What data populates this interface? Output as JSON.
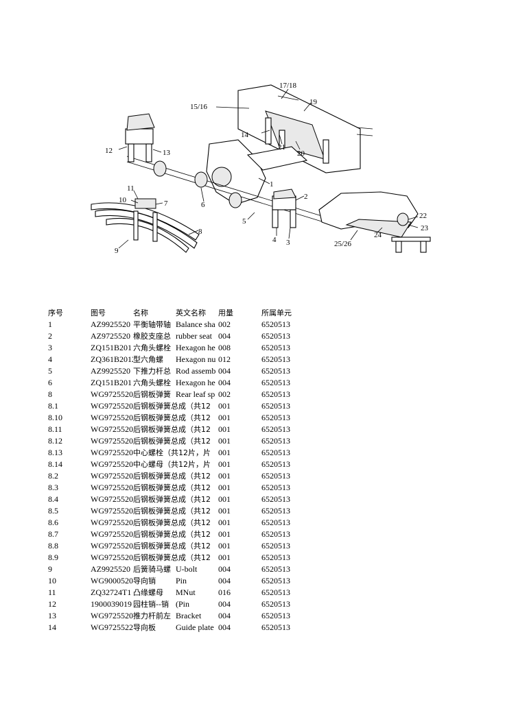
{
  "diagram": {
    "callouts": [
      "17/18",
      "15/16",
      "19",
      "14",
      "21",
      "20",
      "12",
      "13",
      "1",
      "11",
      "10",
      "7",
      "6",
      "2",
      "5",
      "8",
      "9",
      "4",
      "3",
      "22",
      "23",
      "24",
      "25/26"
    ]
  },
  "table": {
    "headers": [
      "序号",
      "图号",
      "名称",
      "英文名称",
      "用量",
      "所属单元"
    ],
    "rows": [
      [
        "1",
        "AZ9925520",
        "平衡轴带轴",
        "Balance sha",
        "002",
        "6520513"
      ],
      [
        "2",
        "AZ9725520",
        "橡胶支座总",
        "rubber seat",
        "004",
        "6520513"
      ],
      [
        "3",
        "ZQ151B201",
        "六角头螺栓",
        "Hexagon he",
        "008",
        "6520513"
      ],
      [
        "4",
        "ZQ361B2012",
        "型六角螺",
        "Hexagon nu",
        "012",
        "6520513"
      ],
      [
        "5",
        "AZ9925520",
        "下推力杆总",
        "Rod assemb",
        "004",
        "6520513"
      ],
      [
        "6",
        "ZQ151B201",
        "六角头螺栓",
        "Hexagon he",
        "004",
        "6520513"
      ],
      [
        "8",
        "WG9725520",
        "后钢板弹簧",
        "Rear leaf sp",
        "002",
        "6520513"
      ],
      [
        "8.1",
        "WG9725520",
        "后钢板弹簧总成（共12",
        "",
        "001",
        "6520513"
      ],
      [
        "8.10",
        "WG9725520",
        "后钢板弹簧总成（共12",
        "",
        "001",
        "6520513"
      ],
      [
        "8.11",
        "WG9725520",
        "后钢板弹簧总成（共12",
        "",
        "001",
        "6520513"
      ],
      [
        "8.12",
        "WG9725520",
        "后钢板弹簧总成（共12",
        "",
        "001",
        "6520513"
      ],
      [
        "8.13",
        "WG9725520",
        "中心螺栓（共12片，片",
        "",
        "001",
        "6520513"
      ],
      [
        "8.14",
        "WG9725520",
        "中心螺母（共12片，片",
        "",
        "001",
        "6520513"
      ],
      [
        "8.2",
        "WG9725520",
        "后钢板弹簧总成（共12",
        "",
        "001",
        "6520513"
      ],
      [
        "8.3",
        "WG9725520",
        "后钢板弹簧总成（共12",
        "",
        "001",
        "6520513"
      ],
      [
        "8.4",
        "WG9725520",
        "后钢板弹簧总成（共12",
        "",
        "001",
        "6520513"
      ],
      [
        "8.5",
        "WG9725520",
        "后钢板弹簧总成（共12",
        "",
        "001",
        "6520513"
      ],
      [
        "8.6",
        "WG9725520",
        "后钢板弹簧总成（共12",
        "",
        "001",
        "6520513"
      ],
      [
        "8.7",
        "WG9725520",
        "后钢板弹簧总成（共12",
        "",
        "001",
        "6520513"
      ],
      [
        "8.8",
        "WG9725520",
        "后钢板弹簧总成（共12",
        "",
        "001",
        "6520513"
      ],
      [
        "8.9",
        "WG9725520",
        "后钢板弹簧总成（共12",
        "",
        "001",
        "6520513"
      ],
      [
        "9",
        "AZ9925520",
        "后簧骑马螺",
        "U-bolt",
        "004",
        "6520513"
      ],
      [
        "10",
        "WG9000520",
        "导向销",
        "Pin",
        "004",
        "6520513"
      ],
      [
        "11",
        "ZQ32724T1",
        "凸缘螺母",
        "MNut",
        "016",
        "6520513"
      ],
      [
        "12",
        "1900039019",
        "园柱销--销",
        "(Pin",
        "004",
        "6520513"
      ],
      [
        "13",
        "WG9725520",
        "推力杆前左",
        "Bracket",
        "004",
        "6520513"
      ],
      [
        "14",
        "WG9725522",
        "导向板",
        "Guide plate",
        "004",
        "6520513"
      ]
    ]
  }
}
